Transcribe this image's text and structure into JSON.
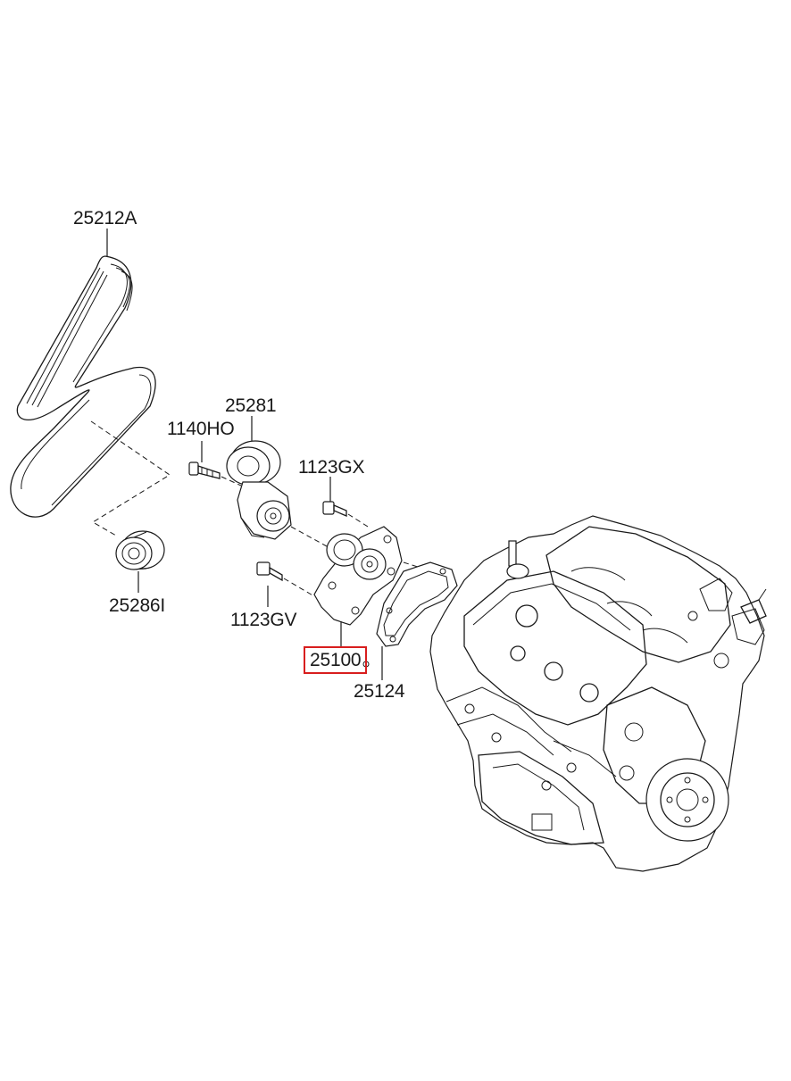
{
  "diagram": {
    "part_labels": {
      "serpentine_belt": "25212A",
      "idler_pulley": "25286I",
      "tensioner_bolt": "1140HO",
      "belt_tensioner": "25281",
      "pump_bolt_upper": "1123GX",
      "pump_bolt_lower": "1123GV",
      "water_pump": "25100",
      "pump_gasket": "25124"
    },
    "highlighted_part": "water_pump",
    "highlight_color": "#d81e1e",
    "line_color": "#1a1a1a"
  }
}
